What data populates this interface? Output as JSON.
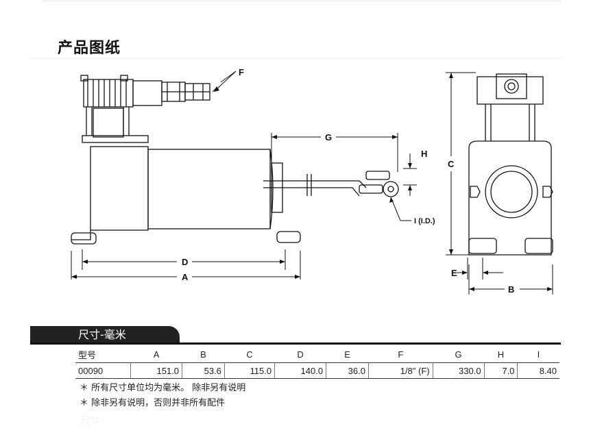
{
  "page_title": "产品图纸",
  "drawing": {
    "labels": {
      "A": "A",
      "B": "B",
      "C": "C",
      "D": "D",
      "E": "E",
      "F": "F",
      "G": "G",
      "H": "H",
      "I": "I (I.D.)"
    }
  },
  "spec": {
    "header": "尺寸-毫米",
    "columns": [
      "型号",
      "A",
      "B",
      "C",
      "D",
      "E",
      "F",
      "G",
      "H",
      "I"
    ],
    "row": [
      "00090",
      "151.0",
      "53.6",
      "115.0",
      "140.0",
      "36.0",
      "1/8\" (F)",
      "330.0",
      "7.0",
      "8.40"
    ]
  },
  "notes": [
    "＊ 所有尺寸单位均为毫米。 除非另有说明",
    "＊ 除非另有说明，否则并非所有配件"
  ],
  "faint_text": "尺寸"
}
